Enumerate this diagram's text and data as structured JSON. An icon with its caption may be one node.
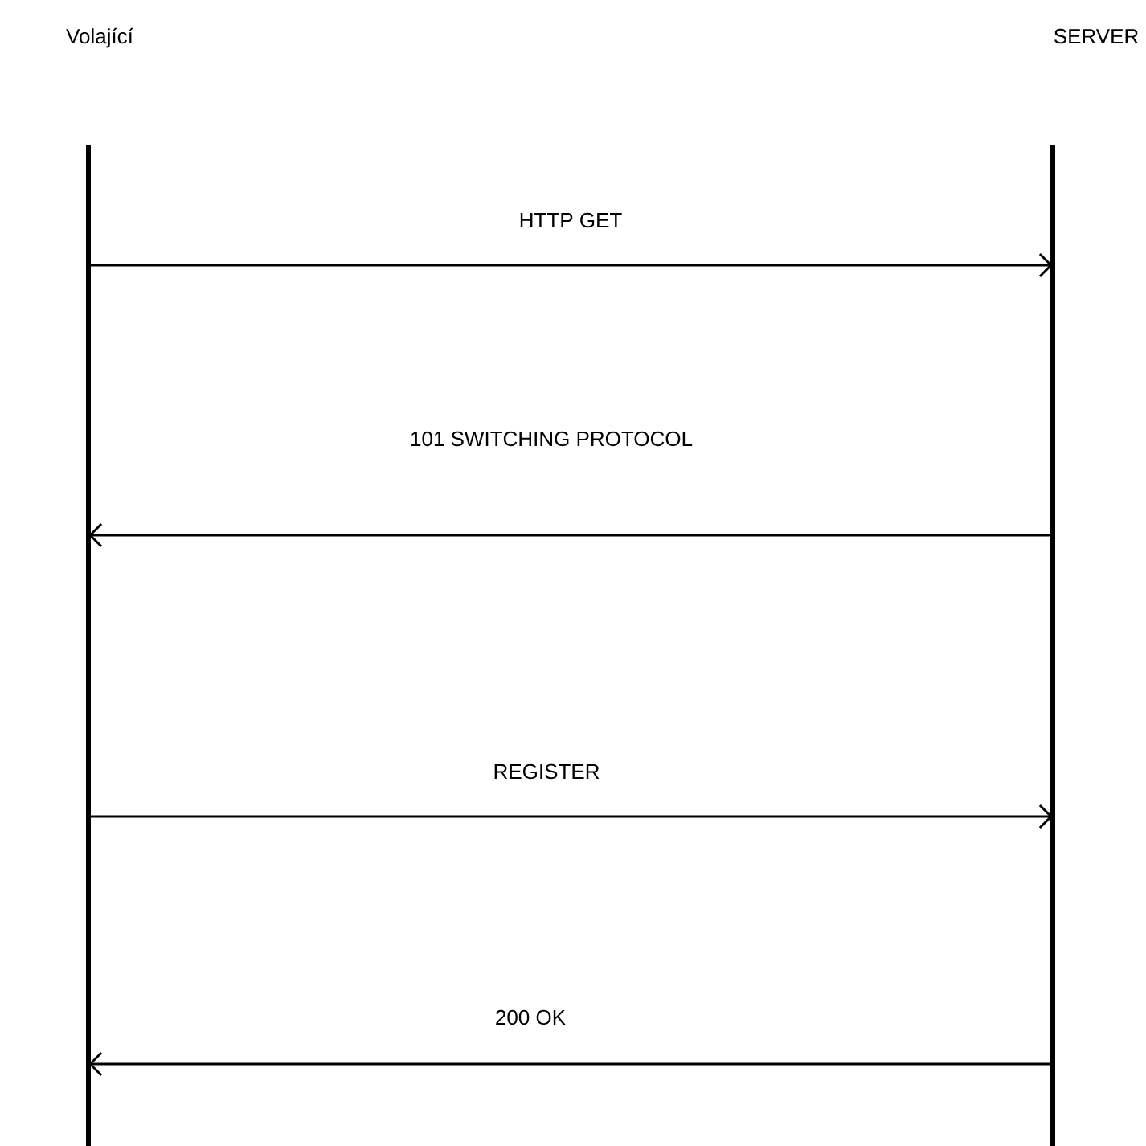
{
  "diagram": {
    "nodes": [
      {
        "text": [
          "Volající"
        ]
      },
      {
        "text": [
          "SERVER"
        ]
      }
    ],
    "edges": [
      {
        "from": 0,
        "to": 1,
        "arrow": "to",
        "label": "HTTP GET"
      },
      {
        "from": 1,
        "to": 0,
        "arrow": "to",
        "label": "101 SWITCHING PROTOCOL"
      },
      {
        "from": 0,
        "to": 1,
        "arrow": "to",
        "label": "REGISTER"
      },
      {
        "from": 1,
        "to": 0,
        "arrow": "to",
        "label": "200  OK"
      }
    ]
  }
}
